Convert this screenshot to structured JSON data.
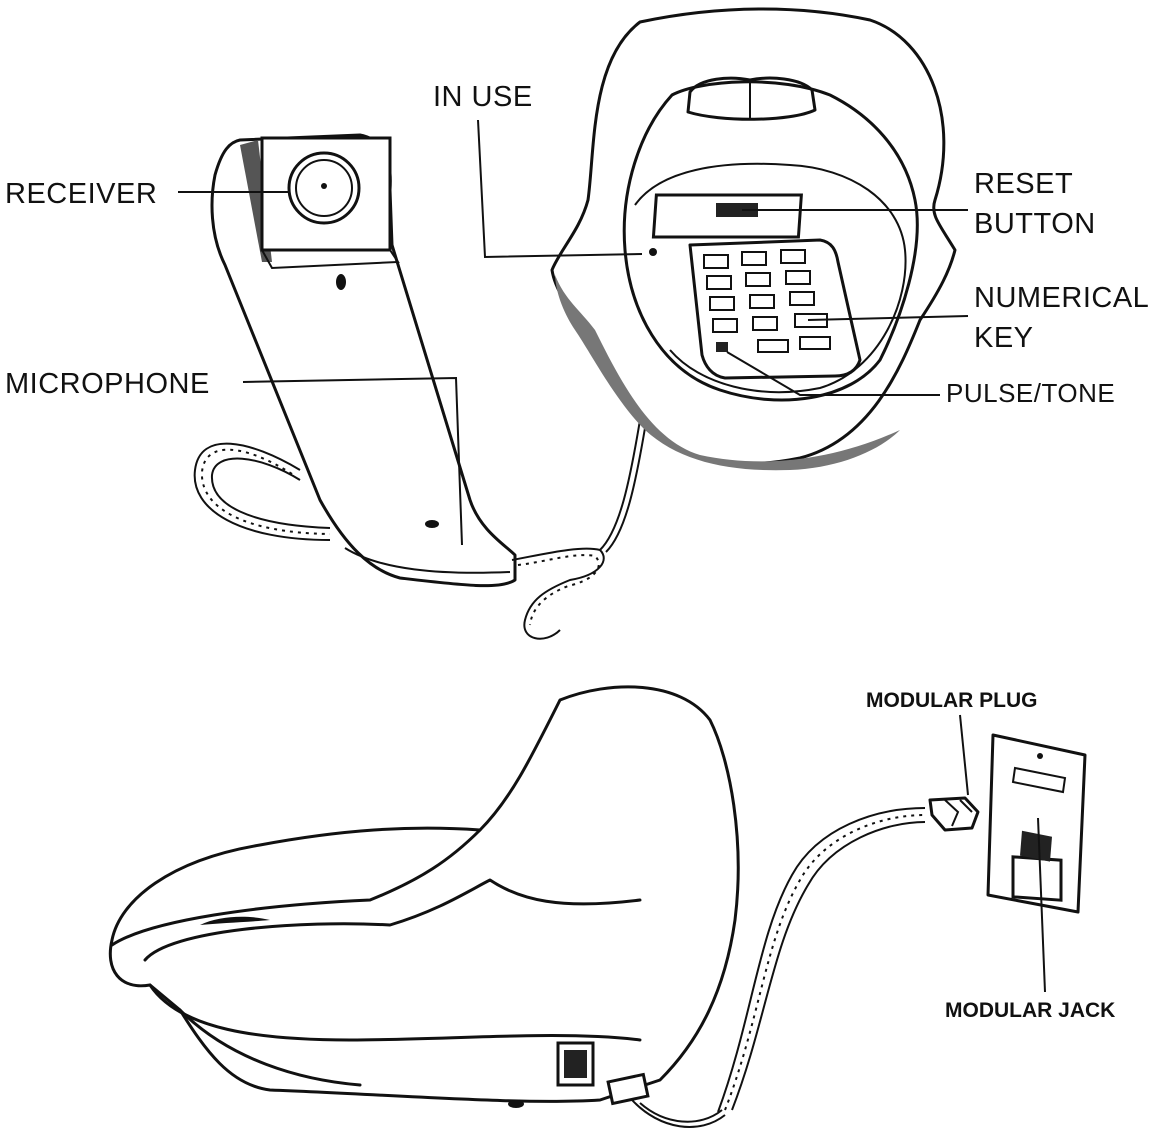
{
  "labels": {
    "receiver": "RECEIVER",
    "microphone": "MICROPHONE",
    "in_use": "IN USE",
    "reset_line1": "RESET",
    "reset_line2": "BUTTON",
    "numerical_line1": "NUMERICAL",
    "numerical_line2": "KEY",
    "pulse_tone": "PULSE/TONE",
    "modular_plug": "MODULAR PLUG",
    "modular_jack": "MODULAR JACK"
  }
}
